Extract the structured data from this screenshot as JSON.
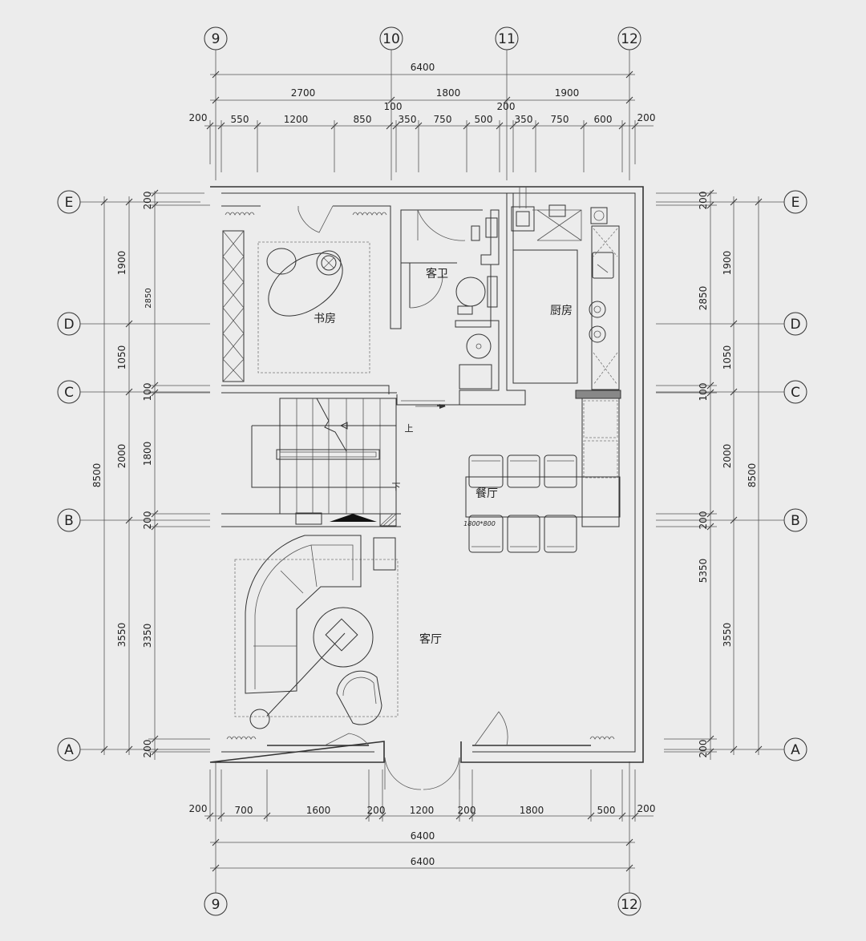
{
  "axes": {
    "top": [
      "9",
      "10",
      "11",
      "12"
    ],
    "bottom": [
      "9",
      "12"
    ],
    "left": [
      "E",
      "D",
      "C",
      "B",
      "A"
    ],
    "right": [
      "E",
      "D",
      "C",
      "B",
      "A"
    ]
  },
  "dims": {
    "top_total": "6400",
    "top_row2": [
      "2700",
      "1800",
      "1900"
    ],
    "top_small": [
      "100",
      "200"
    ],
    "top_row3": [
      "200",
      "550",
      "1200",
      "850",
      "350",
      "750",
      "500",
      "350",
      "750",
      "600",
      "200"
    ],
    "bottom_row1": [
      "200",
      "700",
      "1600",
      "200",
      "1200",
      "200",
      "1800",
      "500",
      "200"
    ],
    "bottom_total1": "6400",
    "bottom_total2": "6400",
    "left_outer": "8500",
    "left_mid": [
      "1900",
      "1050",
      "2000",
      "3550"
    ],
    "left_inner": [
      "200",
      "2850",
      "100",
      "1800",
      "200",
      "3350",
      "200"
    ],
    "right_outer": "8500",
    "right_mid": [
      "1900",
      "1050",
      "2000",
      "3550"
    ],
    "right_inner": [
      "200",
      "2850",
      "100",
      "200",
      "5350",
      "200"
    ]
  },
  "rooms": {
    "study": "书房",
    "guest_bath": "客卫",
    "kitchen": "厨房",
    "dining": "餐厅",
    "living": "客厅"
  },
  "labels": {
    "stair_up": "上",
    "stair_down": "下",
    "table_size": "1800*800"
  },
  "colors": {
    "background": "#ececec",
    "line": "#333333"
  }
}
